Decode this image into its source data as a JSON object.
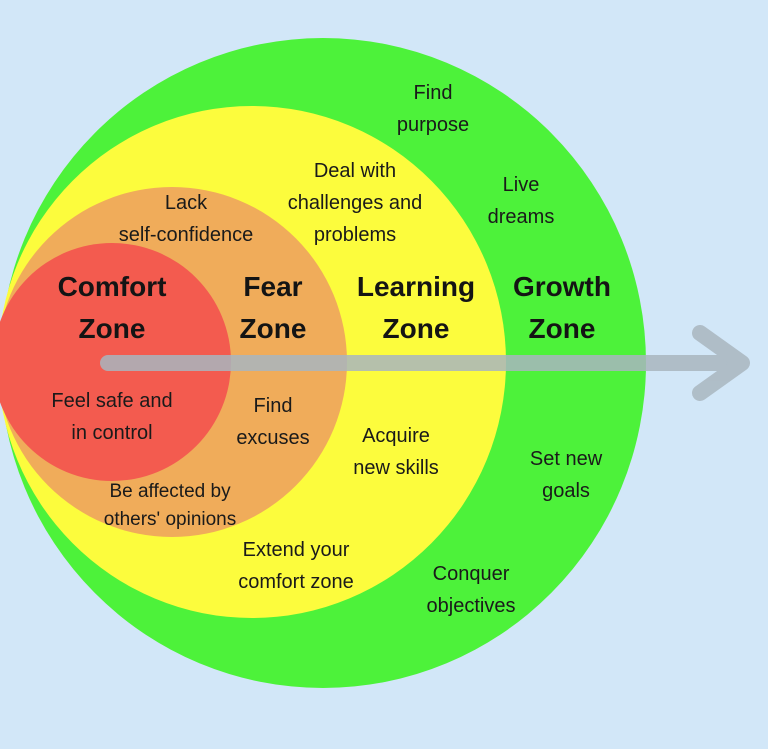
{
  "colors": {
    "background": "#d2e7f8",
    "growth": "#4df23a",
    "learning": "#fcfc3d",
    "fear": "#f0ac5a",
    "comfort": "#f35b4f",
    "arrow": "#a9b6bf"
  },
  "arrow_icon": "right-arrow",
  "zones": {
    "comfort": {
      "title": [
        "Comfort",
        "Zone"
      ],
      "items": [
        [
          "Feel safe and",
          "in control"
        ]
      ]
    },
    "fear": {
      "title": [
        "Fear",
        "Zone"
      ],
      "items": [
        [
          "Lack",
          "self-confidence"
        ],
        [
          "Find",
          "excuses"
        ],
        [
          "Be affected by",
          "others' opinions"
        ]
      ]
    },
    "learning": {
      "title": [
        "Learning",
        "Zone"
      ],
      "items": [
        [
          "Deal with",
          "challenges and",
          "problems"
        ],
        [
          "Acquire",
          "new skills"
        ],
        [
          "Extend your",
          "comfort zone"
        ]
      ]
    },
    "growth": {
      "title": [
        "Growth",
        "Zone"
      ],
      "items": [
        [
          "Find",
          "purpose"
        ],
        [
          "Live",
          "dreams"
        ],
        [
          "Set new",
          "goals"
        ],
        [
          "Conquer",
          "objectives"
        ]
      ]
    }
  }
}
